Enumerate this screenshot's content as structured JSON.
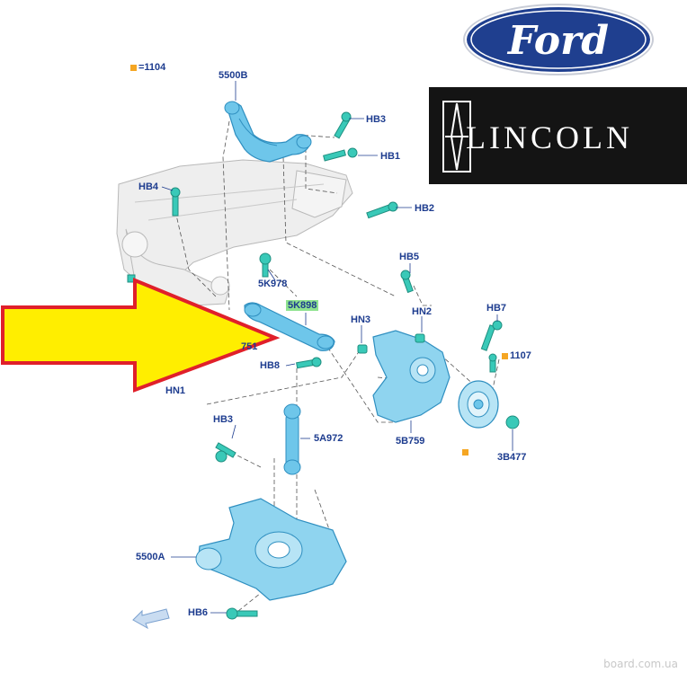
{
  "diagram": {
    "legend": {
      "value": "=1104",
      "color": "#f5a623"
    },
    "labels": {
      "p5500b": "5500B",
      "hb3_top": "HB3",
      "hb1": "HB1",
      "hb4": "HB4",
      "hb2": "HB2",
      "p5k978": "5K978",
      "hb5": "HB5",
      "p5k898": "5K898",
      "hn3": "HN3",
      "hn2": "HN2",
      "hb7": "HB7",
      "l1107": "1107",
      "p751": "751",
      "hb8": "HB8",
      "hn1": "HN1",
      "p5b759": "5B759",
      "p3b477": "3B477",
      "hb3_low": "HB3",
      "p5a972": "5A972",
      "p5500a": "5500A",
      "hb6": "HB6"
    },
    "colors": {
      "part": "#6ec6ea",
      "part_dark": "#2f8fc0",
      "fastener": "#39c9b8",
      "label": "#1d3c8f",
      "arrow_fill": "#ffee00",
      "arrow_stroke": "#e0202a"
    }
  },
  "logos": {
    "ford": {
      "text": "Ford",
      "oval_color": "#1f3f8f"
    },
    "lincoln": {
      "text": "LINCOLN"
    }
  },
  "watermark": "board.com.ua"
}
